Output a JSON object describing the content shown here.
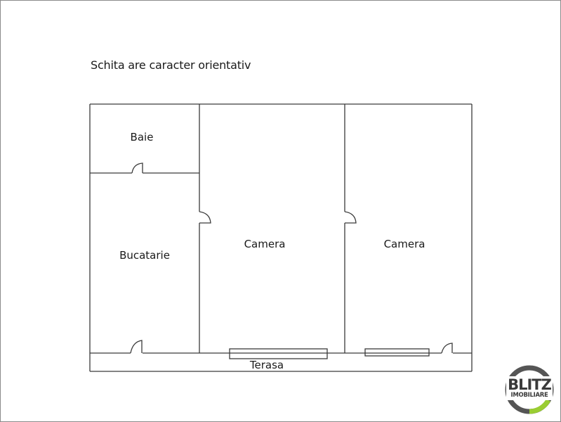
{
  "note": "Schita are caracter orientativ",
  "rooms": [
    {
      "id": "baie",
      "label": "Baie"
    },
    {
      "id": "bucatarie",
      "label": "Bucatarie"
    },
    {
      "id": "camera1",
      "label": "Camera"
    },
    {
      "id": "camera2",
      "label": "Camera"
    },
    {
      "id": "terasa",
      "label": "Terasa"
    }
  ],
  "logo": {
    "line1": "BLITZ",
    "line2": "IMOBILIARE",
    "ring_color": "#555555",
    "accent_color": "#9acd32"
  },
  "colors": {
    "wall": "#3a3a3a",
    "frame": "#8a8a8a"
  }
}
